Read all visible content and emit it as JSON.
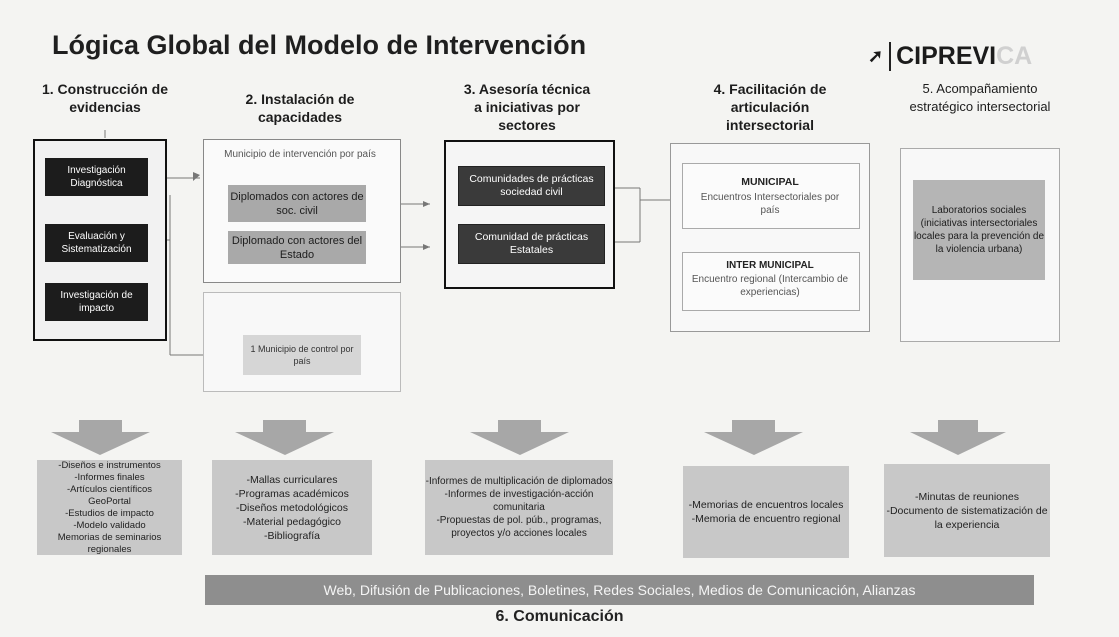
{
  "title": "Lógica Global del Modelo de Intervención",
  "logo": {
    "main": "CIPREVI",
    "faded": "CA",
    "icon": "logo-mark-icon"
  },
  "columns": [
    {
      "heading": "1. Construcción de evidencias"
    },
    {
      "heading": "2. Instalación de capacidades"
    },
    {
      "heading": "3. Asesoría técnica a iniciativas por sectores"
    },
    {
      "heading": "4. Facilitación de articulación intersectorial"
    },
    {
      "heading": "5. Acompañamiento estratégico intersectorial"
    }
  ],
  "col1": {
    "items": [
      "Investigación Diagnóstica",
      "Evaluación y Sistematización",
      "Investigación de impacto"
    ]
  },
  "col2": {
    "header": "Municipio de intervención por país",
    "items": [
      "Diplomados con actores de soc. civil",
      "Diplomado con actores del Estado"
    ],
    "control": "1 Municipio de control por país"
  },
  "col3": {
    "items": [
      "Comunidades de prácticas sociedad civil",
      "Comunidad de prácticas Estatales"
    ]
  },
  "col4": {
    "municipal_title": "MUNICIPAL",
    "municipal_text": "Encuentros Intersectoriales por país",
    "inter_title": "INTER MUNICIPAL",
    "inter_text": "Encuentro regional (Intercambio de experiencias)"
  },
  "col5": {
    "lab": "Laboratorios sociales (iniciativas intersectoriales locales para la prevención de la violencia urbana)"
  },
  "outputs": [
    [
      "-Diseños e instrumentos",
      "-Informes finales",
      "-Artículos científicos",
      "GeoPortal",
      "-Estudios de impacto",
      "-Modelo validado",
      "Memorias de seminarios regionales"
    ],
    [
      "-Mallas curriculares",
      "-Programas académicos",
      "-Diseños metodológicos",
      "-Material pedagógico",
      "-Bibliografía"
    ],
    [
      "-Informes de multiplicación de diplomados",
      "-Informes de investigación-acción comunitaria",
      "-Propuestas de pol. púb., programas, proyectos y/o acciones locales"
    ],
    [
      "-Memorias de encuentros locales",
      "-Memoria de encuentro regional"
    ],
    [
      "-Minutas de reuniones",
      "-Documento de sistematización de la experiencia"
    ]
  ],
  "banner": "Web, Difusión de Publicaciones, Boletines, Redes Sociales, Medios de Comunicación, Alianzas",
  "communication": "6. Comunicación"
}
